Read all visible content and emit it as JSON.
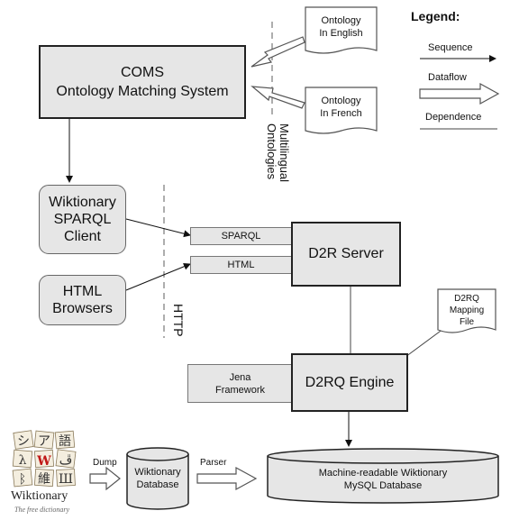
{
  "coms": {
    "line1": "COMS",
    "line2": "Ontology Matching System"
  },
  "ontology_en": {
    "line1": "Ontology",
    "line2": "In English"
  },
  "ontology_fr": {
    "line1": "Ontology",
    "line2": "In French"
  },
  "multilingual": {
    "line1": "Multilingual",
    "line2": "Ontologies"
  },
  "legend": {
    "title": "Legend:",
    "sequence": "Sequence",
    "dataflow": "Dataflow",
    "dependence": "Dependence"
  },
  "sparql_client": {
    "line1": "Wiktionary",
    "line2": "SPARQL",
    "line3": "Client"
  },
  "html_browsers": {
    "line1": "HTML",
    "line2": "Browsers"
  },
  "http_label": "HTTP",
  "sparql_endpoint": "SPARQL",
  "html_endpoint": "HTML",
  "d2r_server": "D2R Server",
  "mapping_file": {
    "line1": "D2RQ",
    "line2": "Mapping",
    "line3": "File"
  },
  "jena": {
    "line1": "Jena",
    "line2": "Framework"
  },
  "d2rq_engine": "D2RQ Engine",
  "dump_label": "Dump",
  "wiktionary_db": {
    "line1": "Wiktionary",
    "line2": "Database"
  },
  "parser_label": "Parser",
  "mysql_db": {
    "line1": "Machine-readable Wiktionary",
    "line2": "MySQL Database"
  },
  "logo": {
    "name": "Wiktionary",
    "tagline": "The free dictionary",
    "icon": "wiktionary-logo"
  }
}
